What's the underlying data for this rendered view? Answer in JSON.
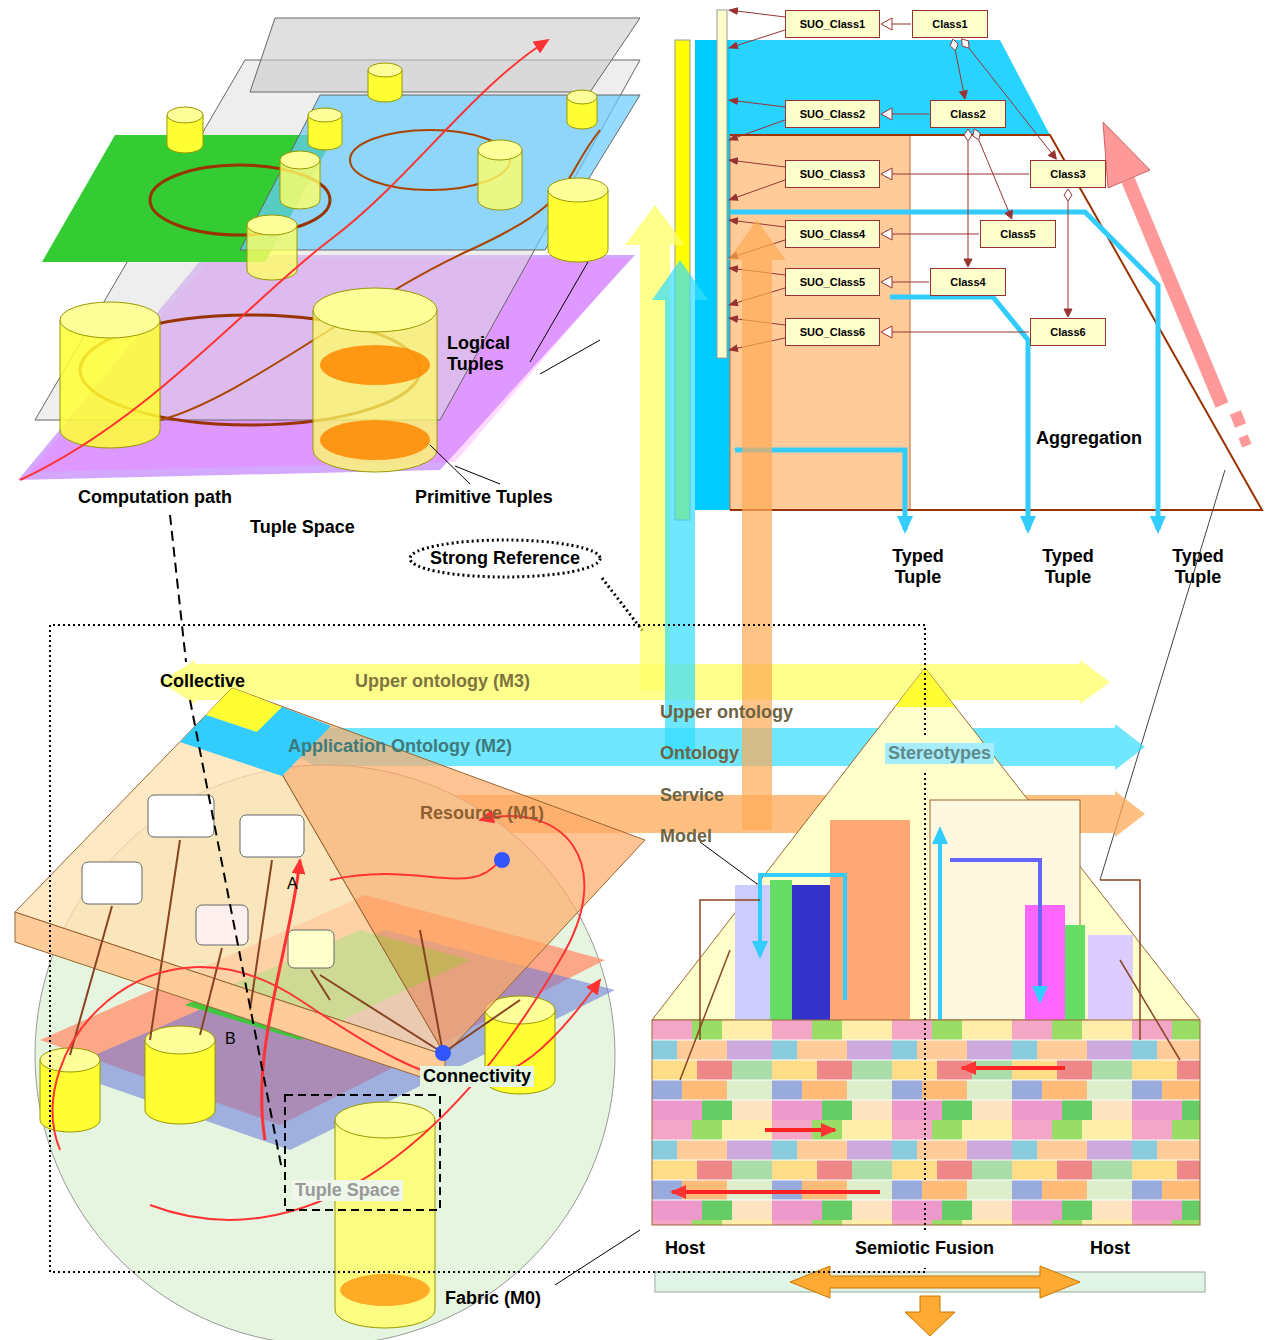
{
  "diagram": {
    "nodes": [
      {
        "text": [
          "SUO_Class1"
        ]
      },
      {
        "text": [
          "Class1"
        ]
      },
      {
        "text": [
          "SUO_Class2"
        ]
      },
      {
        "text": [
          "Class2"
        ]
      },
      {
        "text": [
          "SUO_Class3"
        ]
      },
      {
        "text": [
          "Class3"
        ]
      },
      {
        "text": [
          "SUO_Class4"
        ]
      },
      {
        "text": [
          "Class5"
        ]
      },
      {
        "text": [
          "SUO_Class5"
        ]
      },
      {
        "text": [
          "Class4"
        ]
      },
      {
        "text": [
          "SUO_Class6"
        ]
      },
      {
        "text": [
          "Class6"
        ]
      },
      {
        "text": [
          "Strong Reference"
        ]
      }
    ],
    "edges": [
      {
        "from": 1,
        "to": 0,
        "arrow": "to"
      },
      {
        "from": 3,
        "to": 2,
        "arrow": "to"
      },
      {
        "from": 5,
        "to": 4,
        "arrow": "to"
      },
      {
        "from": 7,
        "to": 6,
        "arrow": "to"
      },
      {
        "from": 9,
        "to": 8,
        "arrow": "to"
      },
      {
        "from": 11,
        "to": 10,
        "arrow": "to"
      },
      {
        "from": 1,
        "to": 3,
        "arrow": "to"
      },
      {
        "from": 1,
        "to": 5,
        "arrow": "to"
      },
      {
        "from": 3,
        "to": 7,
        "arrow": "to"
      },
      {
        "from": 3,
        "to": 9,
        "arrow": "to"
      },
      {
        "from": 5,
        "to": 11,
        "arrow": "to"
      }
    ],
    "labels": [
      "Logical Tuples",
      "Computation path",
      "Primitive Tuples",
      "Tuple Space",
      "Aggregation",
      "Typed Tuple",
      "Typed Tuple",
      "Typed Tuple",
      "Collective",
      "Upper ontology (M3)",
      "Application Ontology (M2)",
      "Resource (M1)",
      "Upper ontology",
      "Ontology",
      "Service",
      "Model",
      "Stereotypes",
      "A",
      "B",
      "Connectivity",
      "Tuple Space",
      "Fabric (M0)",
      "Host",
      "Semiotic Fusion",
      "Host"
    ]
  }
}
